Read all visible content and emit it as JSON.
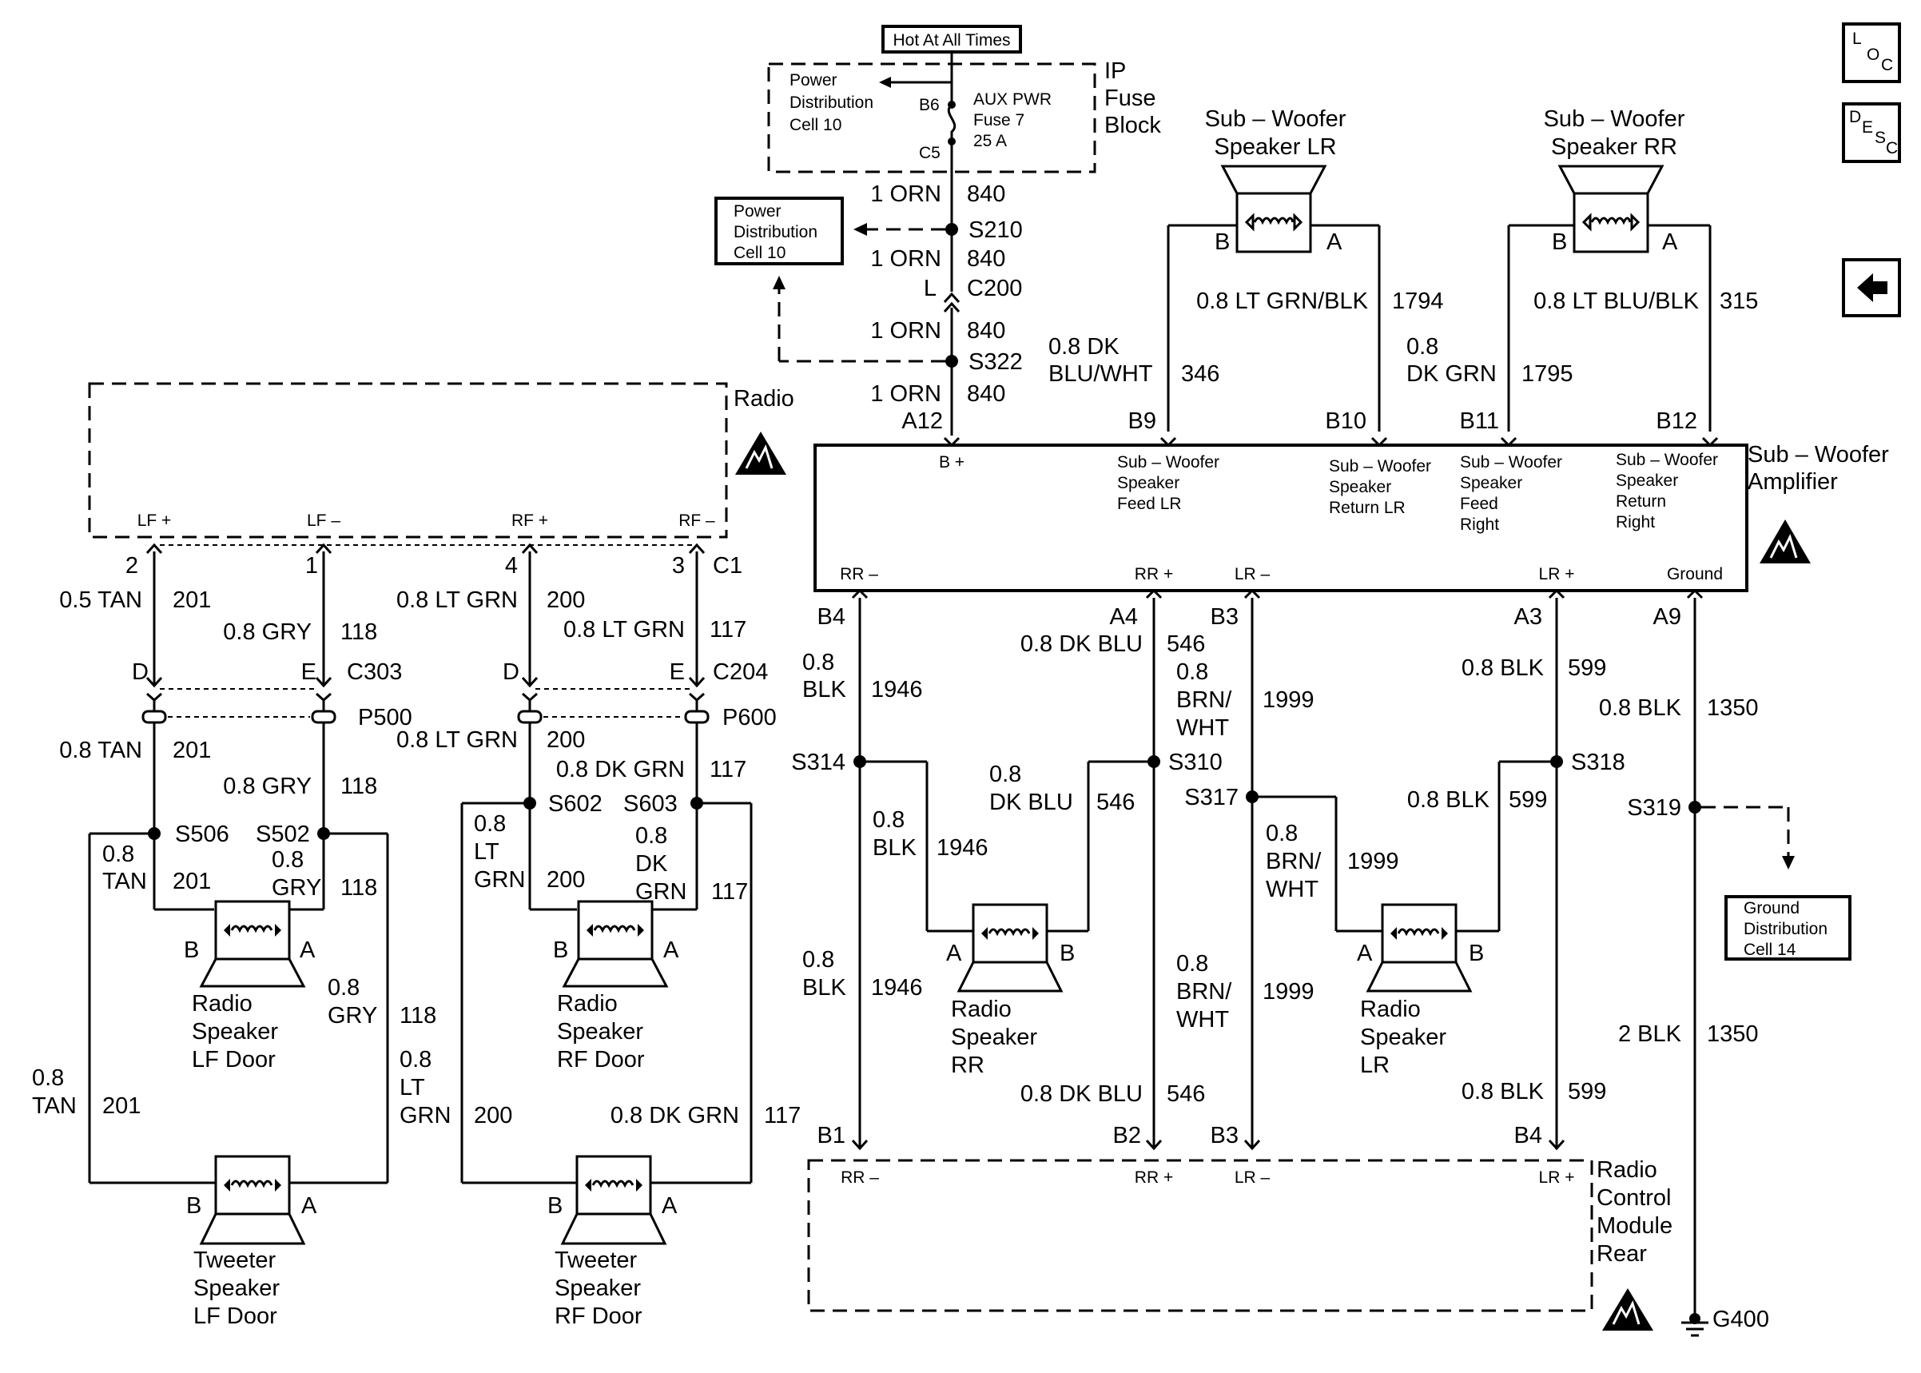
{
  "header": {
    "hot_at_all_times": "Hot At All Times"
  },
  "nav": {
    "loc_l": "L",
    "loc_o": "O",
    "loc_c": "C",
    "desc_d": "D",
    "desc_e": "E",
    "desc_s": "S",
    "desc_c": "C"
  },
  "fuse_block": {
    "pd_line1": "Power",
    "pd_line2": "Distribution",
    "pd_line3": "Cell 10",
    "b6": "B6",
    "c5": "C5",
    "fuse_line1": "AUX PWR",
    "fuse_line2": "Fuse 7",
    "fuse_line3": "25 A",
    "label_line1": "IP",
    "label_line2": "Fuse",
    "label_line3": "Block"
  },
  "power_dist_box": {
    "line1": "Power",
    "line2": "Distribution",
    "line3": "Cell 10"
  },
  "feed": {
    "w1_gauge": "1 ORN",
    "w1_circuit": "840",
    "s210": "S210",
    "w2_gauge": "1 ORN",
    "w2_circuit": "840",
    "c200_pin": "L",
    "c200": "C200",
    "w3_gauge": "1 ORN",
    "w3_circuit": "840",
    "s322": "S322",
    "w4_gauge": "1 ORN",
    "w4_circuit": "840",
    "a12": "A12"
  },
  "sub_lr": {
    "title1": "Sub – Woofer",
    "title2": "Speaker LR",
    "pin_b": "B",
    "pin_a": "A",
    "wire_a_gauge": "0.8 LT GRN/BLK",
    "wire_a_circuit": "1794",
    "wire_b_gauge1": "0.8 DK",
    "wire_b_gauge2": "BLU/WHT",
    "wire_b_circuit": "346",
    "pin_b9": "B9",
    "pin_b10": "B10"
  },
  "sub_rr": {
    "title1": "Sub – Woofer",
    "title2": "Speaker RR",
    "pin_b": "B",
    "pin_a": "A",
    "wire_a_gauge": "0.8 LT BLU/BLK",
    "wire_a_circuit": "315",
    "wire_b_gauge1": "0.8",
    "wire_b_gauge2": "DK GRN",
    "wire_b_circuit": "1795",
    "pin_b11": "B11",
    "pin_b12": "B12"
  },
  "amplifier": {
    "title1": "Sub – Woofer",
    "title2": "Amplifier",
    "b_plus": "B +",
    "feed_lr1": "Sub – Woofer",
    "feed_lr2": "Speaker",
    "feed_lr3": "Feed LR",
    "ret_lr1": "Sub – Woofer",
    "ret_lr2": "Speaker",
    "ret_lr3": "Return LR",
    "feed_r1": "Sub – Woofer",
    "feed_r2": "Speaker",
    "feed_r3": "Feed",
    "feed_r4": "Right",
    "ret_r1": "Sub – Woofer",
    "ret_r2": "Speaker",
    "ret_r3": "Return",
    "ret_r4": "Right",
    "rr_minus": "RR –",
    "rr_plus": "RR +",
    "lr_minus": "LR –",
    "lr_plus": "LR +",
    "ground": "Ground"
  },
  "radio": {
    "title": "Radio",
    "lf_plus": "LF +",
    "lf_minus": "LF –",
    "rf_plus": "RF +",
    "rf_minus": "RF –",
    "pin2": "2",
    "pin1": "1",
    "pin4": "4",
    "pin3": "3",
    "c1": "C1",
    "w201_g": "0.5 TAN",
    "w201_c": "201",
    "w118_g": "0.8 GRY",
    "w118_c": "118",
    "w200_g": "0.8 LT GRN",
    "w200_c": "200",
    "w117_g": "0.8 LT GRN",
    "w117_c": "117",
    "pin_d1": "D",
    "pin_e1": "E",
    "c303": "C303",
    "pin_d2": "D",
    "pin_e2": "E",
    "c204": "C204",
    "p500": "P500",
    "p600": "P600",
    "w201b_g": "0.8 TAN",
    "w201b_c": "201",
    "w118b_g": "0.8 GRY",
    "w118b_c": "118",
    "w200b_g": "0.8 LT GRN",
    "w200b_c": "200",
    "w117b_g": "0.8 DK GRN",
    "w117b_c": "117",
    "s506": "S506",
    "s502": "S502",
    "s602": "S602",
    "s603": "S603"
  },
  "lf_door": {
    "w1_g1": "0.8",
    "w1_g2": "TAN",
    "w1_c": "201",
    "w2_g1": "0.8",
    "w2_g2": "GRY",
    "w2_c": "118",
    "pin_b": "B",
    "pin_a": "A",
    "title1": "Radio",
    "title2": "Speaker",
    "title3": "LF Door",
    "w3_g1": "0.8",
    "w3_g2": "GRY",
    "w3_c": "118",
    "w4_g1": "0.8",
    "w4_g2": "TAN",
    "w4_c": "201",
    "tw_pin_b": "B",
    "tw_pin_a": "A",
    "tw1": "Tweeter",
    "tw2": "Speaker",
    "tw3": "LF Door"
  },
  "rf_door": {
    "w1_g1": "0.8",
    "w1_g2": "LT",
    "w1_g3": "GRN",
    "w1_c": "200",
    "w2_g1": "0.8",
    "w2_g2": "DK",
    "w2_g3": "GRN",
    "w2_c": "117",
    "pin_b": "B",
    "pin_a": "A",
    "title1": "Radio",
    "title2": "Speaker",
    "title3": "RF Door",
    "w3_g1": "0.8",
    "w3_g2": "LT",
    "w3_g3": "GRN",
    "w3_c": "200",
    "w4_g": "0.8 DK GRN",
    "w4_c": "117",
    "tw_pin_b": "B",
    "tw_pin_a": "A",
    "tw1": "Tweeter",
    "tw2": "Speaker",
    "tw3": "RF Door"
  },
  "rear": {
    "b4": "B4",
    "a4": "A4",
    "b3": "B3",
    "a3": "A3",
    "a9": "A9",
    "w1946_g1": "0.8",
    "w1946_g2": "BLK",
    "w1946_c": "1946",
    "w546_g": "0.8 DK BLU",
    "w546_c": "546",
    "w1999_g1": "0.8",
    "w1999_g2": "BRN/",
    "w1999_g3": "WHT",
    "w1999_c": "1999",
    "w599_g": "0.8 BLK",
    "w599_c": "599",
    "w1350_g": "0.8 BLK",
    "w1350_c": "1350",
    "s314": "S314",
    "s310": "S310",
    "s317": "S317",
    "s318": "S318",
    "s319": "S319",
    "rr_w1_g1": "0.8",
    "rr_w1_g2": "BLK",
    "rr_w1_c": "1946",
    "rr_w2_g1": "0.8",
    "rr_w2_g2": "DK BLU",
    "rr_w2_c": "546",
    "lr_w1_g1": "0.8",
    "lr_w1_g2": "BRN/",
    "lr_w1_g3": "WHT",
    "lr_w1_c": "1999",
    "lr_w2_g": "0.8 BLK",
    "lr_w2_c": "599",
    "rr_pin_a": "A",
    "rr_pin_b": "B",
    "lr_pin_a": "A",
    "lr_pin_b": "B",
    "rr_t1": "Radio",
    "rr_t2": "Speaker",
    "rr_t3": "RR",
    "lr_t1": "Radio",
    "lr_t2": "Speaker",
    "lr_t3": "LR",
    "low1946_g1": "0.8",
    "low1946_g2": "BLK",
    "low1946_c": "1946",
    "low546_g": "0.8 DK BLU",
    "low546_c": "546",
    "low1999_g1": "0.8",
    "low1999_g2": "BRN/",
    "low1999_g3": "WHT",
    "low1999_c": "1999",
    "low599_g": "0.8 BLK",
    "low599_c": "599",
    "low1350_g": "2 BLK",
    "low1350_c": "1350",
    "gnd1": "Ground",
    "gnd2": "Distribution",
    "gnd3": "Cell 14",
    "pin_b1": "B1",
    "pin_b2": "B2",
    "pin_b3": "B3",
    "pin_b4": "B4",
    "g400": "G400"
  },
  "rcm_rear": {
    "rr_minus": "RR –",
    "rr_plus": "RR +",
    "lr_minus": "LR –",
    "lr_plus": "LR +",
    "title1": "Radio",
    "title2": "Control",
    "title3": "Module",
    "title4": "Rear"
  }
}
